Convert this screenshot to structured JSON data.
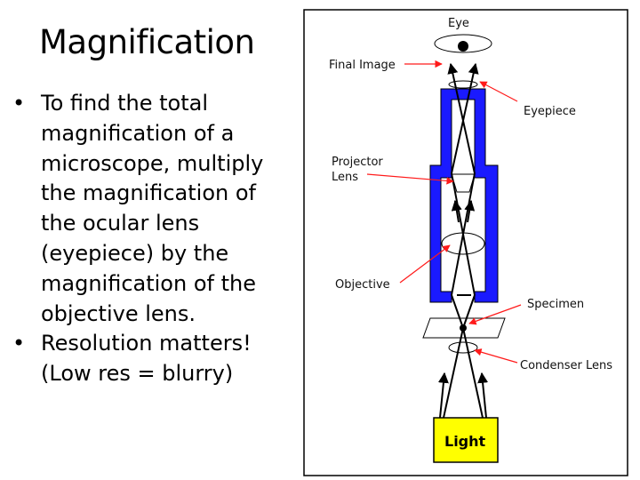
{
  "slide": {
    "title": "Magnification",
    "bullets": [
      "To find the total magnification of a microscope, multiply the magnification of the ocular lens (eyepiece) by the magnification of the objective lens.",
      "Resolution matters! (Low res = blurry)"
    ]
  },
  "diagram": {
    "labels": {
      "eye": "Eye",
      "final_image": "Final Image",
      "eyepiece": "Eyepiece",
      "projector_lens_line1": "Projector",
      "projector_lens_line2": "Lens",
      "objective": "Objective",
      "specimen": "Specimen",
      "condenser_lens": "Condenser Lens",
      "light": "Light"
    },
    "colors": {
      "tube": "#1a1aff",
      "pointer_arrows": "#ff1a1a",
      "light_box": "#ffff00",
      "rays": "#000000"
    }
  }
}
